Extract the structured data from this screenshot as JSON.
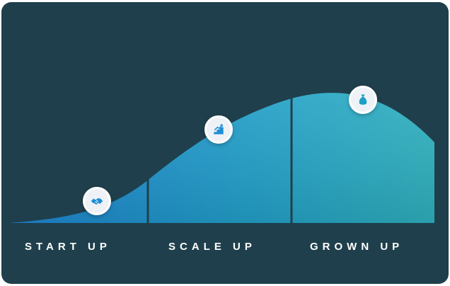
{
  "stages": [
    {
      "label": "START UP",
      "icon": "handshake-icon"
    },
    {
      "label": "SCALE UP",
      "icon": "growth-stairs-icon"
    },
    {
      "label": "GROWN UP",
      "icon": "money-bag-icon"
    }
  ],
  "colors": {
    "background": "#1f3f4c",
    "curve_left": "#1e8ed6",
    "curve_right": "#2fb2c0",
    "divider": "#1f3f4c",
    "marker_bg": "#eef2f7",
    "icon": "#1e8ed6",
    "text": "#ffffff"
  }
}
